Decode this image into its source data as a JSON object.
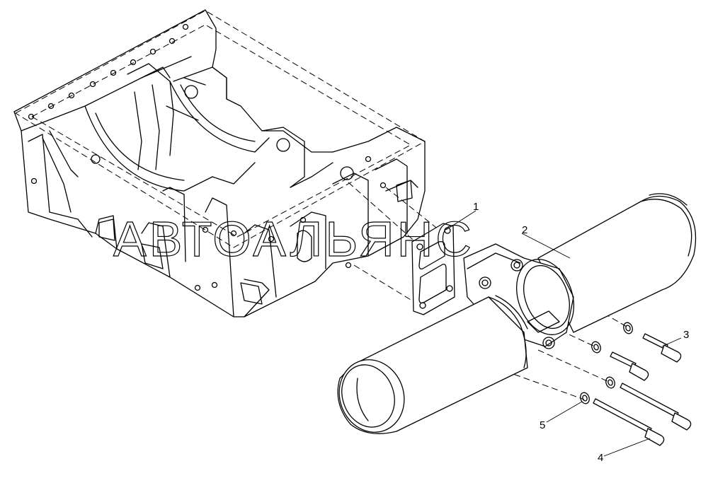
{
  "watermark": "АВТОАЛЬЯНС",
  "callouts": [
    {
      "id": "1",
      "label": "1"
    },
    {
      "id": "2",
      "label": "2"
    },
    {
      "id": "3",
      "label": "3"
    },
    {
      "id": "4",
      "label": "4"
    },
    {
      "id": "5",
      "label": "5"
    }
  ]
}
